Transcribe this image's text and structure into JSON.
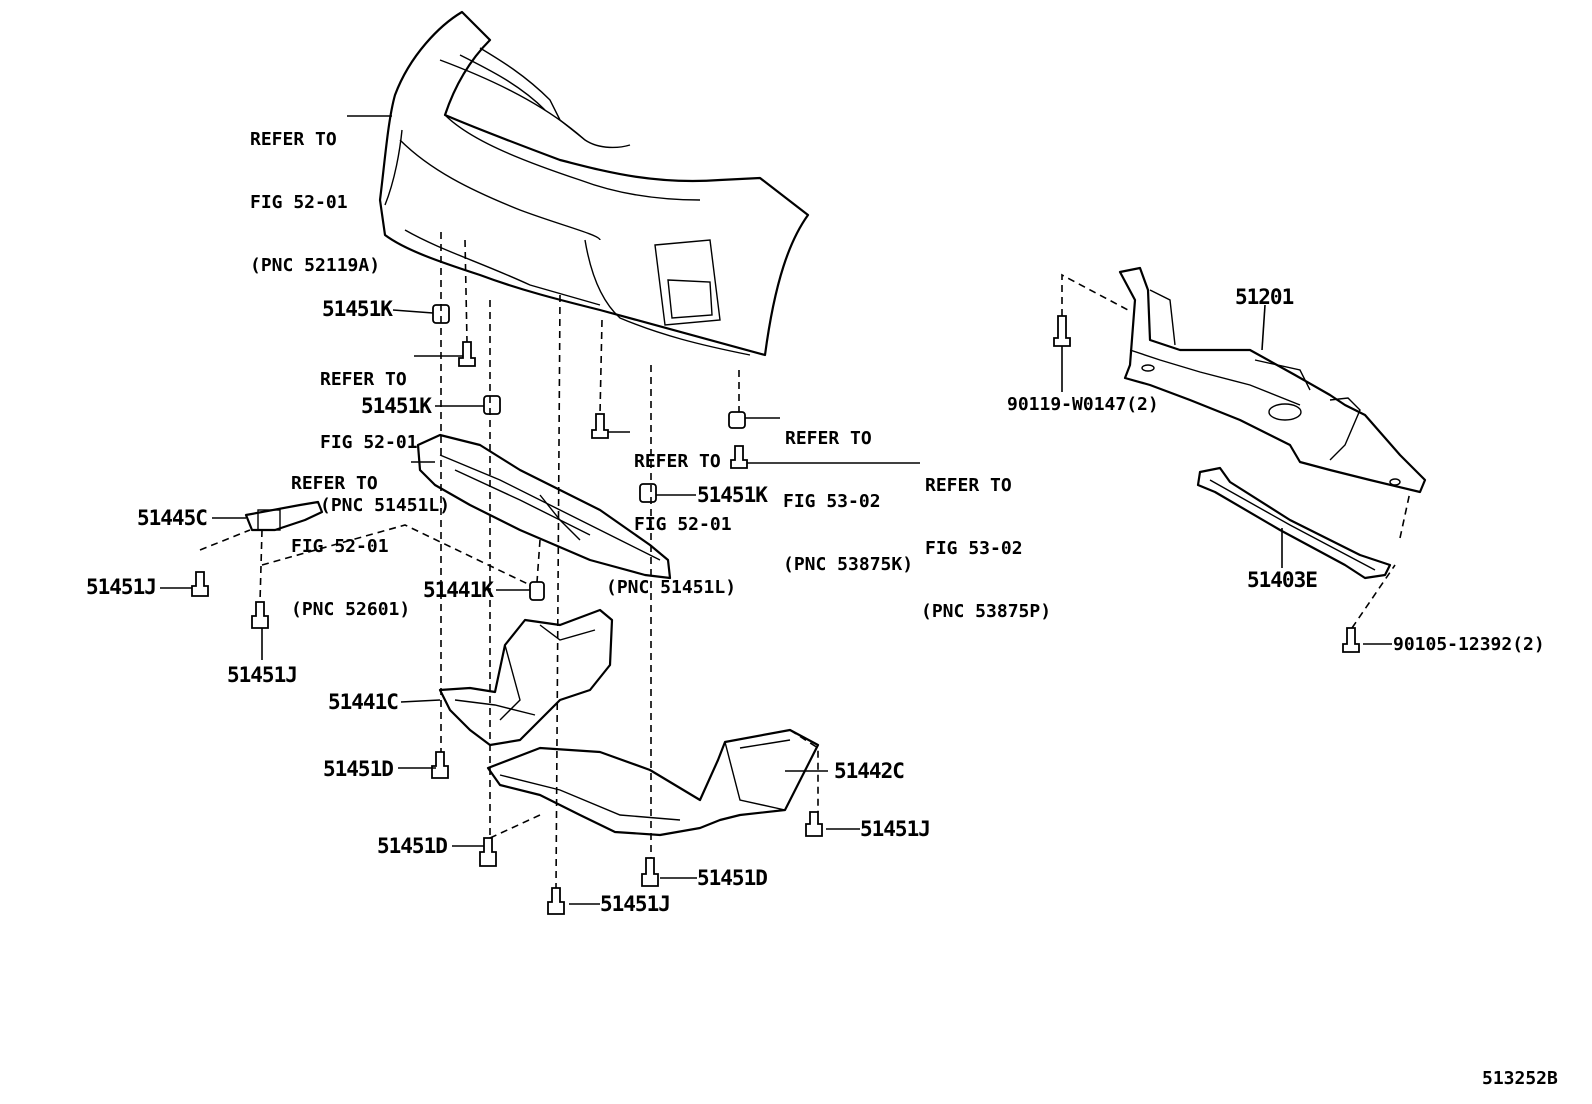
{
  "diagram": {
    "code": "513252B",
    "parts": {
      "p51201": "51201",
      "p51403E": "51403E",
      "p51445C": "51445C",
      "p51441C": "51441C",
      "p51442C": "51442C",
      "p51441K": "51441K",
      "p51451K_a": "51451K",
      "p51451K_b": "51451K",
      "p51451K_c": "51451K",
      "p51451J_a": "51451J",
      "p51451J_b": "51451J",
      "p51451J_c": "51451J",
      "p51451J_d": "51451J",
      "p51451D_a": "51451D",
      "p51451D_b": "51451D",
      "p51451D_c": "51451D",
      "p90119": "90119-W0147(2)",
      "p90105": "90105-12392(2)"
    },
    "refs": {
      "r52119A": {
        "l1": "REFER TO",
        "l2": "FIG 52-01",
        "l3": "(PNC 52119A)"
      },
      "r51451L_a": {
        "l1": "REFER TO",
        "l2": "FIG 52-01",
        "l3": "(PNC 51451L)"
      },
      "r52601": {
        "l1": "REFER TO",
        "l2": "FIG 52-01",
        "l3": "(PNC 52601)"
      },
      "r51451L_b": {
        "l1": "REFER TO",
        "l2": "FIG 52-01",
        "l3": "(PNC 51451L)"
      },
      "r53875K": {
        "l1": "REFER TO",
        "l2": "FIG 53-02",
        "l3": "(PNC 53875K)"
      },
      "r53875P": {
        "l1": "REFER TO",
        "l2": "FIG 53-02",
        "l3": "(PNC 53875P)"
      }
    }
  }
}
